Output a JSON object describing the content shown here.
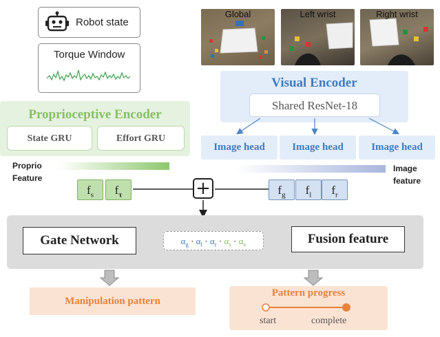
{
  "robot_state": {
    "label": "Robot state",
    "icon": "robot-icon"
  },
  "torque_window": {
    "label": "Torque Window",
    "signal_color": "#3aa14a"
  },
  "proprioceptive_encoder": {
    "title": "Proprioceptive Encoder",
    "modules": [
      "State GRU",
      "Effort GRU"
    ],
    "feature_label": [
      "Proprio",
      "Feature"
    ],
    "color": "#86c064"
  },
  "cameras": [
    "Global",
    "Left  wrist",
    "Right wrist"
  ],
  "visual_encoder": {
    "title": "Visual Encoder",
    "backbone": "Shared ResNet-18",
    "heads": [
      "Image head",
      "Image head",
      "Image head"
    ],
    "feature_label": [
      "Image",
      "feature"
    ],
    "color": "#3e7bbf"
  },
  "feature_tokens": {
    "proprio": [
      {
        "base": "f",
        "sub": "s"
      },
      {
        "base": "f",
        "sub": "τ"
      }
    ],
    "image": [
      {
        "base": "f",
        "sub": "g"
      },
      {
        "base": "f",
        "sub": "l"
      },
      {
        "base": "f",
        "sub": "r"
      }
    ]
  },
  "combine_symbol": "+",
  "fusion": {
    "gate_network": "Gate Network",
    "weights": [
      {
        "base": "α",
        "sub": "g",
        "group": "image"
      },
      {
        "base": "α",
        "sub": "l",
        "group": "image"
      },
      {
        "base": "α",
        "sub": "r",
        "group": "image"
      },
      {
        "base": "α",
        "sub": "s",
        "group": "proprio"
      },
      {
        "base": "α",
        "sub": "e",
        "group": "proprio"
      }
    ],
    "fusion_feature": "Fusion feature"
  },
  "outputs": {
    "manipulation_pattern": "Manipulation pattern",
    "pattern_progress": {
      "title": "Pattern progress",
      "start": "start",
      "end": "complete",
      "value": 1.0,
      "color": "#e8823a"
    }
  }
}
